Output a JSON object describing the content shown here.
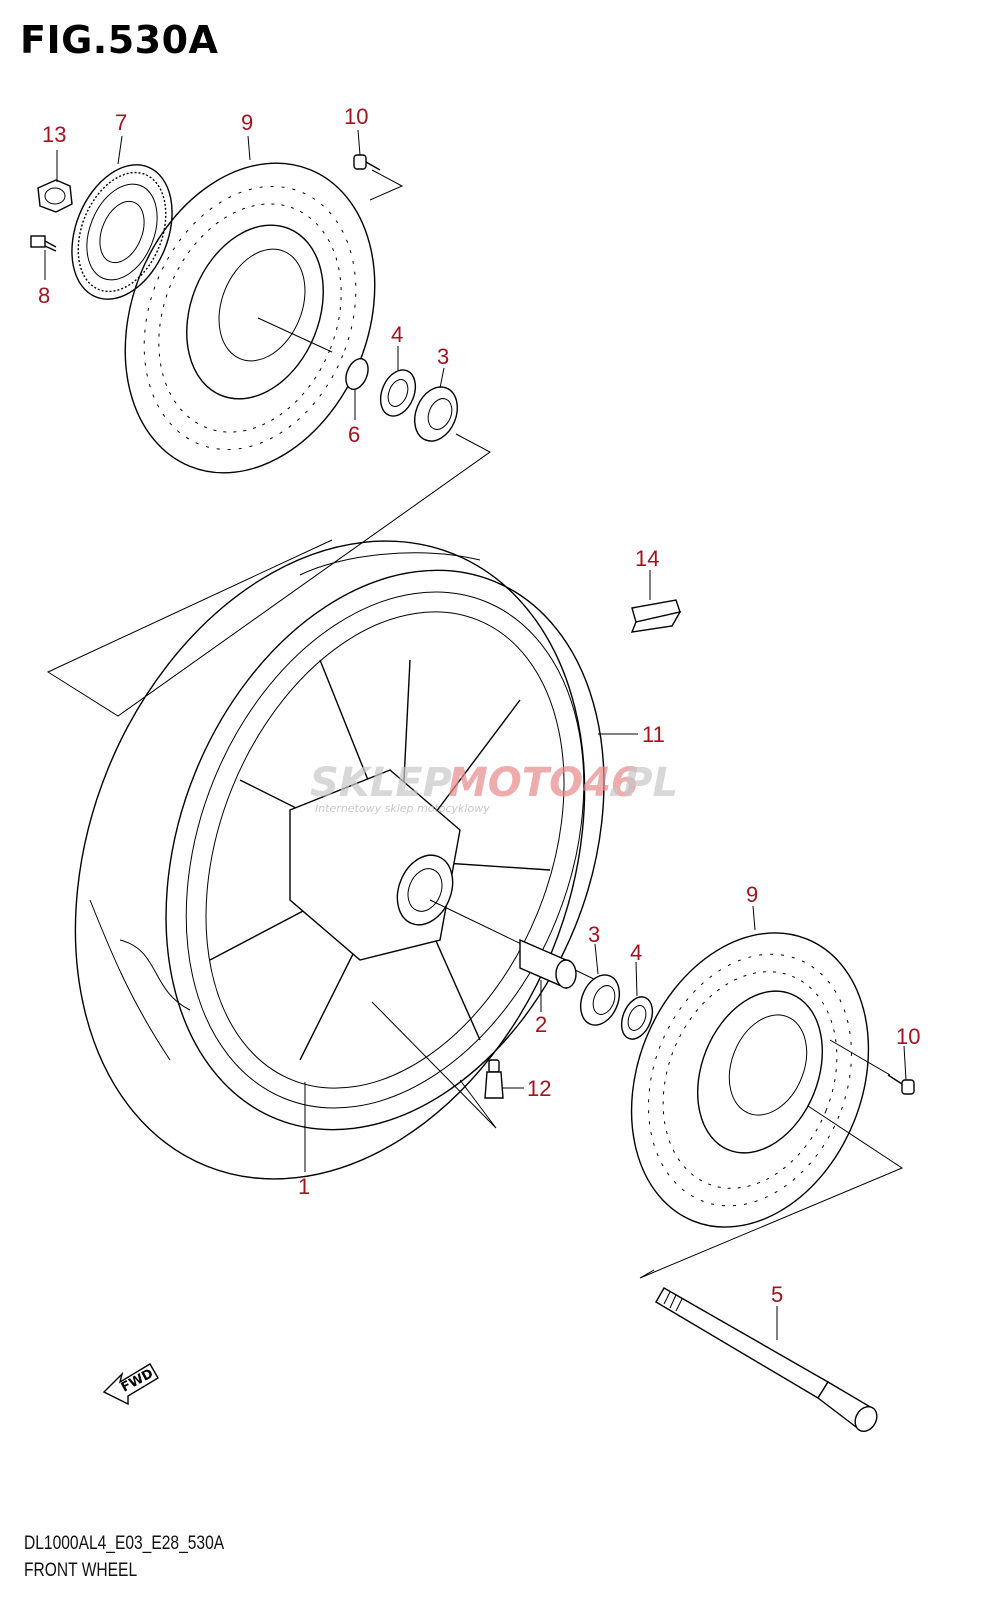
{
  "figure": {
    "title": "FIG.530A",
    "code": "DL1000AL4_E03_E28_530A",
    "caption": "FRONT WHEEL"
  },
  "watermark": {
    "part1": "SKLEP",
    "part2": "MOTO46",
    "part3": ".PL",
    "sub": "Internetowy sklep motocyklowy"
  },
  "fwd_label": "FWD",
  "callouts": [
    "13",
    "7",
    "9",
    "10",
    "8",
    "4",
    "3",
    "6",
    "14",
    "11",
    "9",
    "3",
    "4",
    "10",
    "2",
    "12",
    "1",
    "5"
  ],
  "colors": {
    "callout": "#a0141e",
    "line": "#000000"
  }
}
